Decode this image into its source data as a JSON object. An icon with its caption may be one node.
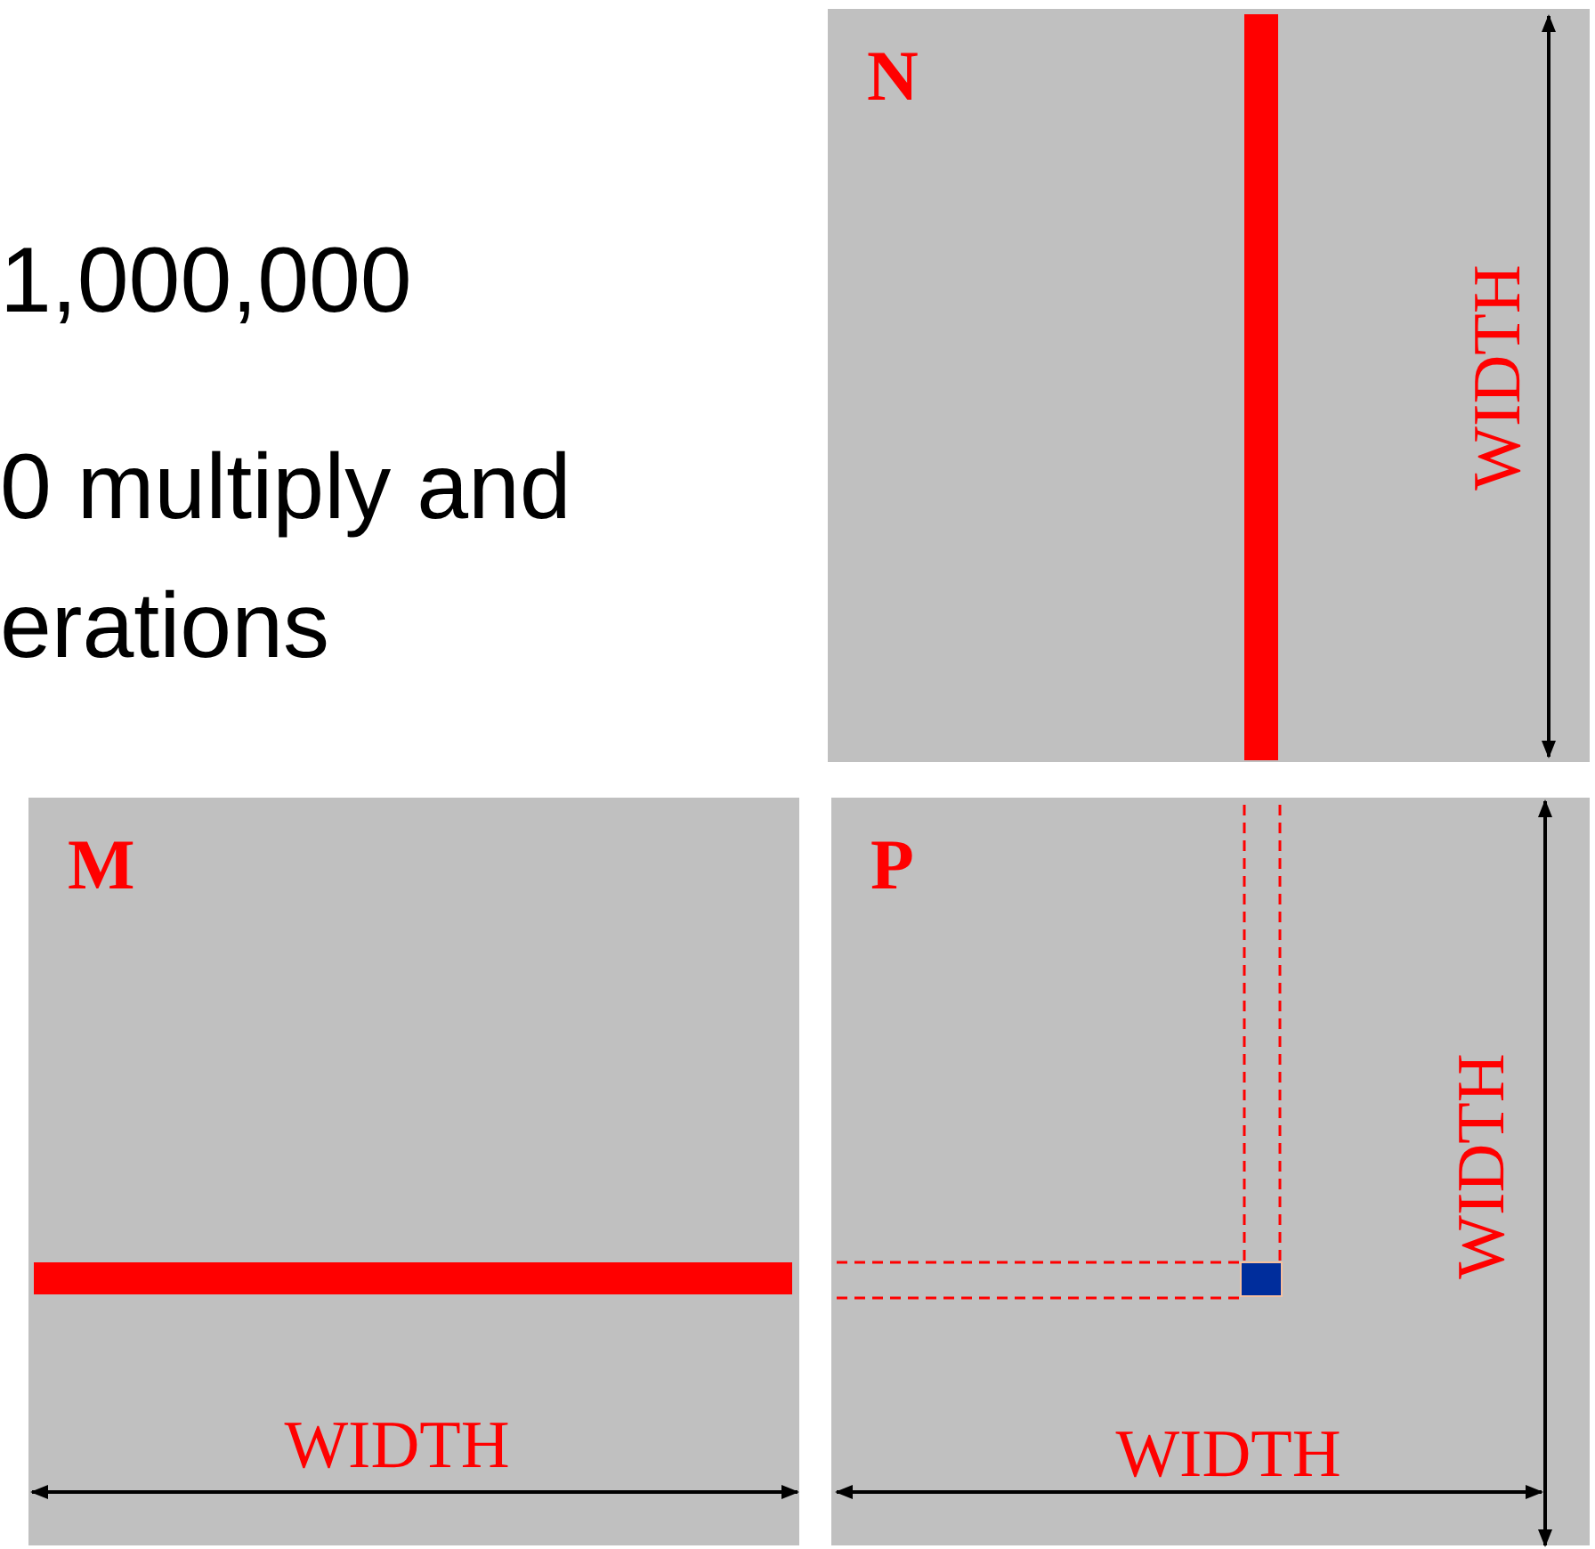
{
  "diagram": {
    "nodes": [
      {
        "text": [
          "N"
        ]
      },
      {
        "text": [
          "M"
        ]
      },
      {
        "text": [
          "P"
        ]
      }
    ],
    "edges": [],
    "labels": [
      "1,000,000",
      "0 multiply and erations",
      "WIDTH",
      "WIDTH",
      "WIDTH",
      "WIDTH"
    ]
  }
}
